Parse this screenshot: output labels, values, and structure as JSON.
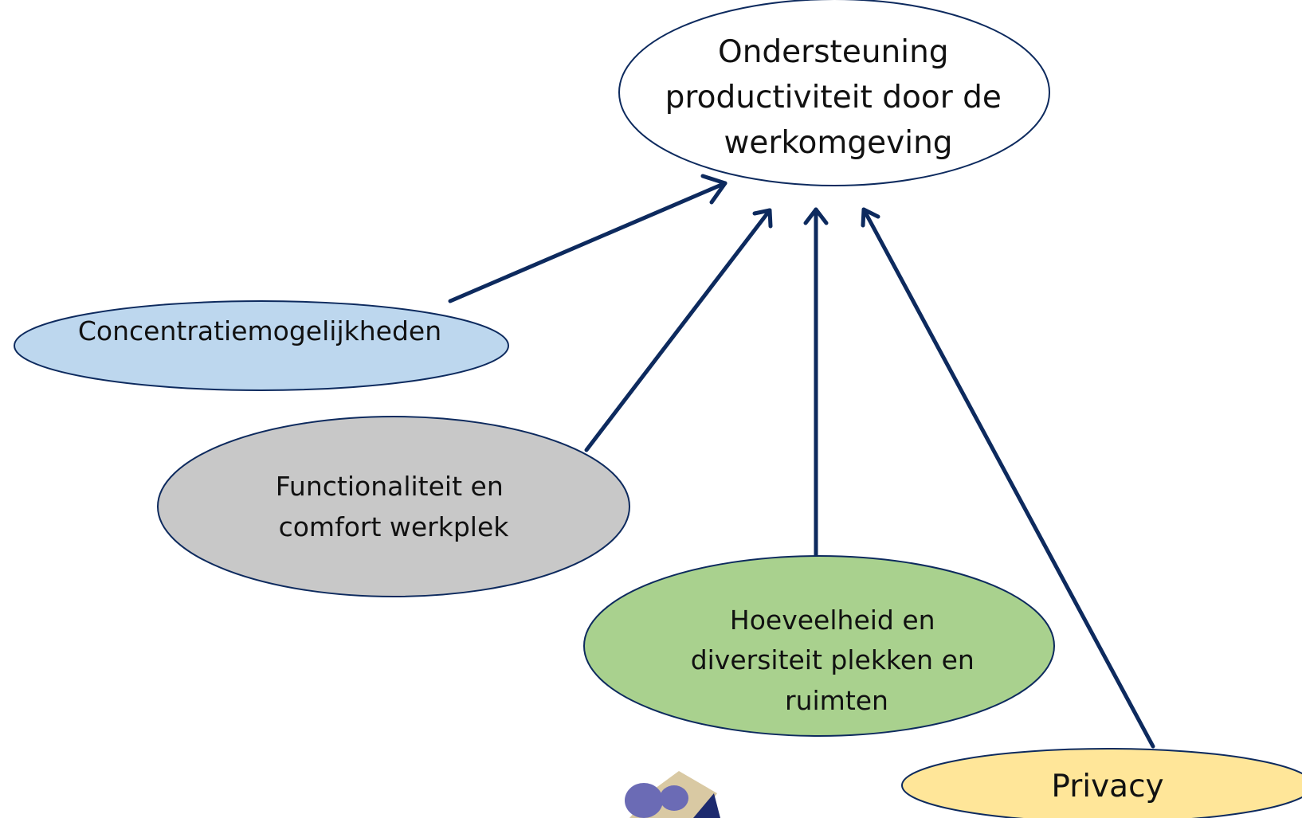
{
  "diagram": {
    "target": {
      "lines": [
        "Ondersteuning",
        "productiviteit door de",
        "werkomgeving"
      ],
      "fill": "#ffffff"
    },
    "factors": [
      {
        "id": "concentratie",
        "lines": [
          "Concentratiemogelijkheden"
        ],
        "fill": "#bdd7ee"
      },
      {
        "id": "functionaliteit",
        "lines": [
          "Functionaliteit en",
          "comfort werkplek"
        ],
        "fill": "#c8c8c8"
      },
      {
        "id": "hoeveelheid",
        "lines": [
          "Hoeveelheid en",
          "diversiteit plekken en",
          "ruimten"
        ],
        "fill": "#a9d18e"
      },
      {
        "id": "privacy",
        "lines": [
          "Privacy"
        ],
        "fill": "#ffe699"
      }
    ],
    "colors": {
      "arrow": "#0d2a5e",
      "outline": "#0d2a5e"
    }
  },
  "logo": {
    "icon": "company-logo-icon",
    "colors": [
      "#6b6bb5",
      "#d9c9a3",
      "#1d2a6e"
    ]
  }
}
